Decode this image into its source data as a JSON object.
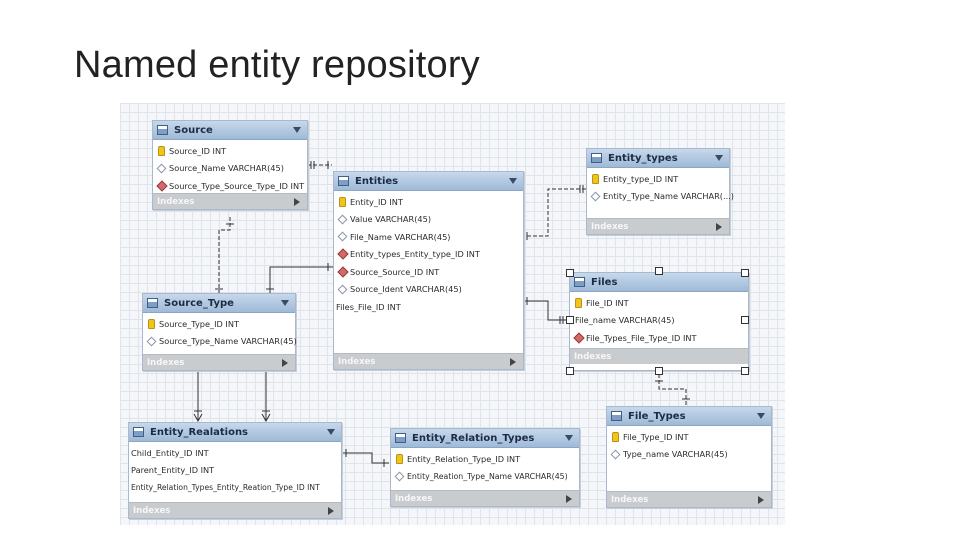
{
  "slide": {
    "title": "Named entity repository"
  },
  "colors": {
    "header": "#a9c3de",
    "grid": "#dfe3ea",
    "indexes_bar": "#c9cccf",
    "line": "#333333"
  },
  "tables": {
    "source": {
      "name": "Source",
      "indexes_label": "Indexes",
      "columns": [
        {
          "icon": "primary-key-icon",
          "text": "Source_ID INT"
        },
        {
          "icon": "column-icon",
          "text": "Source_Name VARCHAR(45)"
        },
        {
          "icon": "foreign-key-icon",
          "text": "Source_Type_Source_Type_ID INT"
        }
      ]
    },
    "entities": {
      "name": "Entities",
      "indexes_label": "Indexes",
      "columns": [
        {
          "icon": "primary-key-icon",
          "text": "Entity_ID INT"
        },
        {
          "icon": "column-icon",
          "text": "Value VARCHAR(45)"
        },
        {
          "icon": "column-icon",
          "text": "File_Name VARCHAR(45)"
        },
        {
          "icon": "foreign-key-icon",
          "text": "Entity_types_Entity_type_ID INT"
        },
        {
          "icon": "foreign-key-icon",
          "text": "Source_Source_ID INT"
        },
        {
          "icon": "column-icon",
          "text": "Source_Ident VARCHAR(45)"
        },
        {
          "icon": "none",
          "text": "Files_File_ID INT"
        }
      ]
    },
    "entity_types": {
      "name": "Entity_types",
      "indexes_label": "Indexes",
      "columns": [
        {
          "icon": "primary-key-icon",
          "text": "Entity_type_ID INT"
        },
        {
          "icon": "column-icon",
          "text": "Entity_Type_Name VARCHAR(...)"
        }
      ]
    },
    "files": {
      "name": "Files",
      "indexes_label": "Indexes",
      "columns": [
        {
          "icon": "primary-key-icon",
          "text": "File_ID INT"
        },
        {
          "icon": "none",
          "text": "File_name VARCHAR(45)"
        },
        {
          "icon": "foreign-key-icon",
          "text": "File_Types_File_Type_ID INT"
        }
      ]
    },
    "source_type": {
      "name": "Source_Type",
      "indexes_label": "Indexes",
      "columns": [
        {
          "icon": "primary-key-icon",
          "text": "Source_Type_ID INT"
        },
        {
          "icon": "column-icon",
          "text": "Source_Type_Name VARCHAR(45)"
        }
      ]
    },
    "entity_realations": {
      "name": "Entity_Realations",
      "indexes_label": "Indexes",
      "columns": [
        {
          "icon": "none",
          "text": "Child_Entity_ID INT"
        },
        {
          "icon": "none",
          "text": "Parent_Entity_ID INT"
        },
        {
          "icon": "none",
          "text": "Entity_Relation_Types_Entity_Reation_Type_ID INT"
        }
      ]
    },
    "entity_relation_types": {
      "name": "Entity_Relation_Types",
      "indexes_label": "Indexes",
      "columns": [
        {
          "icon": "primary-key-icon",
          "text": "Entity_Relation_Type_ID INT"
        },
        {
          "icon": "column-icon",
          "text": "Entity_Reation_Type_Name VARCHAR(45)"
        }
      ]
    },
    "file_types": {
      "name": "File_Types",
      "indexes_label": "Indexes",
      "columns": [
        {
          "icon": "primary-key-icon",
          "text": "File_Type_ID INT"
        },
        {
          "icon": "column-icon",
          "text": "Type_name VARCHAR(45)"
        }
      ]
    }
  }
}
